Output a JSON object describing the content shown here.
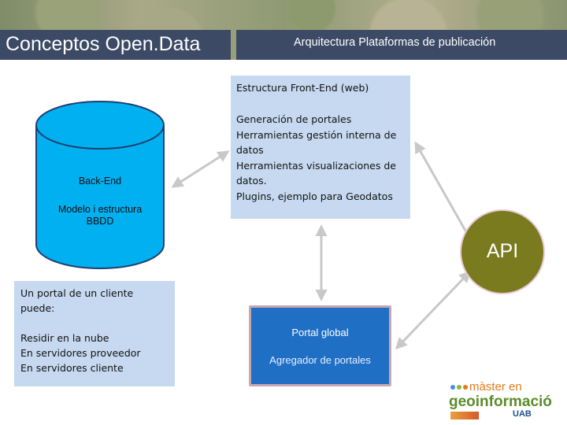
{
  "header": {
    "title": "Conceptos Open.Data",
    "subtitle": "Arquitectura Plataformas de publicación"
  },
  "frontend": {
    "heading": "Estructura Front-End (web)",
    "items": [
      "Generación de portales",
      "Herramientas gestión interna de datos",
      "Herramientas visualizaciones de datos.",
      "Plugins, ejemplo para Geodatos"
    ]
  },
  "database": {
    "label": "Back-End",
    "sublabel_line1": "Modelo i estructura",
    "sublabel_line2": "BBDD"
  },
  "api": {
    "label": "API"
  },
  "portal": {
    "title": "Portal global",
    "subtitle": "Agregador de portales"
  },
  "client": {
    "heading": "Un portal de un cliente puede:",
    "items": [
      "Residir en la nube",
      "En servidores proveedor",
      "En servidores cliente"
    ]
  },
  "logo": {
    "line1": "màster en",
    "line2": "geoinformació",
    "partner": "UAB"
  },
  "colors": {
    "header_bar": "#3c4a66",
    "textbox_fill": "#c6d9f0",
    "database_fill": "#00b0f0",
    "api_fill": "#7a7a1f",
    "portal_fill": "#1f6fc5",
    "arrow": "#c8c8c8"
  }
}
